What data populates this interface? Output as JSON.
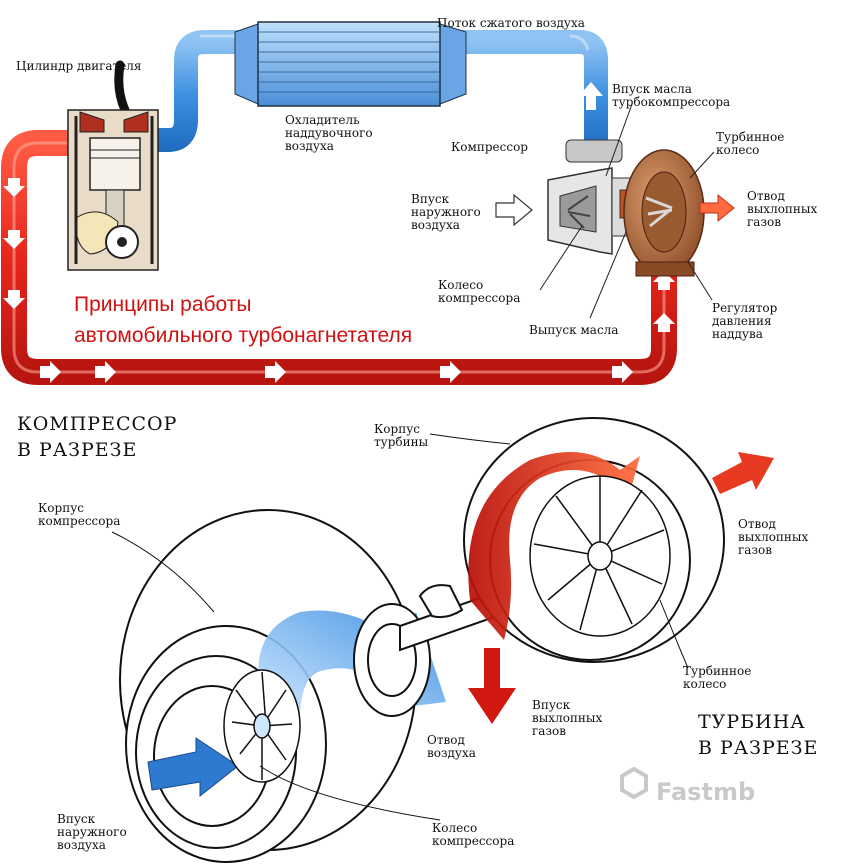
{
  "top": {
    "labels": {
      "cylinder": "Цилиндр двигателя",
      "charge_air_flow": "Поток сжатого воздуха",
      "intercooler": [
        "Охладитель",
        "наддувочного",
        "воздуха"
      ],
      "oil_inlet": [
        "Впуск масла",
        "турбокомпрессора"
      ],
      "compressor": "Компрессор",
      "turbine_wheel": [
        "Турбинное",
        "колесо"
      ],
      "air_inlet": [
        "Впуск",
        "наружного",
        "воздуха"
      ],
      "exhaust_outlet": [
        "Отвод",
        "выхлопных",
        "газов"
      ],
      "compressor_wheel": [
        "Колесо",
        "компрессора"
      ],
      "wastegate": [
        "Регулятор",
        "давления",
        "наддува"
      ],
      "oil_outlet": "Выпуск масла"
    },
    "title": [
      "Принципы работы",
      "автомобильного турбонагнетателя"
    ]
  },
  "bottom": {
    "compressor_section": [
      "КОМПРЕССОР",
      "В РАЗРЕЗЕ"
    ],
    "turbine_section": [
      "ТУРБИНА",
      "В РАЗРЕЗЕ"
    ],
    "labels": {
      "turbine_housing": [
        "Корпус",
        "турбины"
      ],
      "compressor_housing": [
        "Корпус",
        "компрессора"
      ],
      "exhaust_outlet": [
        "Отвод",
        "выхлопных",
        "газов"
      ],
      "turbine_wheel": [
        "Турбинное",
        "колесо"
      ],
      "exhaust_inlet": [
        "Впуск",
        "выхлопных",
        "газов"
      ],
      "air_outlet": [
        "Отвод",
        "воздуха"
      ],
      "air_inlet": [
        "Впуск",
        "наружного",
        "воздуха"
      ],
      "compressor_wheel": [
        "Колесо",
        "компрессора"
      ]
    }
  },
  "watermark": "Fastmb",
  "colors": {
    "hot_pipe": "#e8261c",
    "cold_pipe": "#3d8fe0",
    "title_red": "#d21010"
  }
}
